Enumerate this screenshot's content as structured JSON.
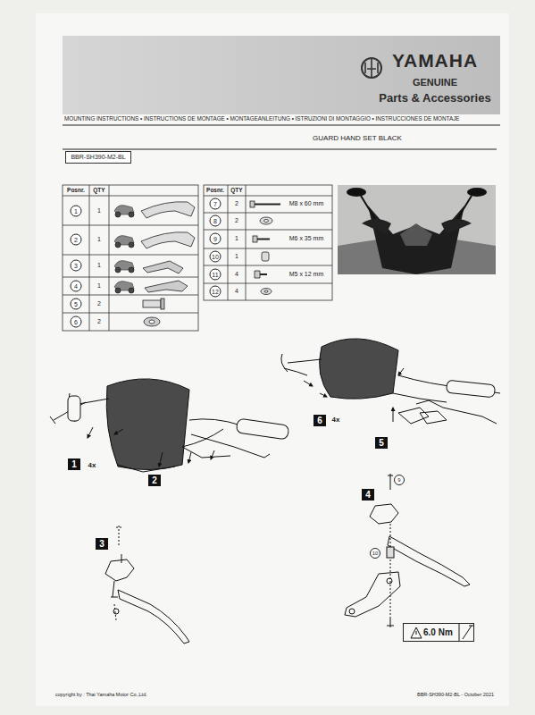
{
  "diagram": {
    "title": "GUARD HAND SET BLACK",
    "nodes": [
      {
        "text": [
          "BBR-SH390-M2-BL"
        ]
      },
      {
        "text": [
          "1"
        ]
      },
      {
        "text": [
          "2"
        ]
      },
      {
        "text": [
          "3"
        ]
      },
      {
        "text": [
          "4"
        ]
      },
      {
        "text": [
          "5"
        ]
      },
      {
        "text": [
          "6"
        ]
      },
      {
        "text": [
          "9"
        ]
      },
      {
        "text": [
          "10"
        ]
      },
      {
        "text": [
          "6.0 Nm"
        ]
      }
    ],
    "labels": [
      "YAMAHA",
      "GENUINE",
      "Parts & Accessories",
      "MOUNTING INSTRUCTIONS • INSTRUCTIONS DE MONTAGE • MONTAGEANLEITUNG • ISTRUZIONI DI MONTAGGIO • INSTRUCCIONES DE MONTAJE",
      "Posnr.",
      "QTY",
      "1",
      "1",
      "2",
      "1",
      "3",
      "1",
      "4",
      "1",
      "5",
      "2",
      "6",
      "2",
      "Posnr.",
      "QTY",
      "7",
      "2",
      "M8 x 60 mm",
      "8",
      "2",
      "9",
      "1",
      "M6 x 35 mm",
      "10",
      "1",
      "11",
      "4",
      "M5 x 12 mm",
      "12",
      "4",
      "4x",
      "4x",
      "copyright by : Thai Yamaha Motor Co.,Ltd.",
      "BBR-SH390-M2-BL - October 2021"
    ]
  }
}
